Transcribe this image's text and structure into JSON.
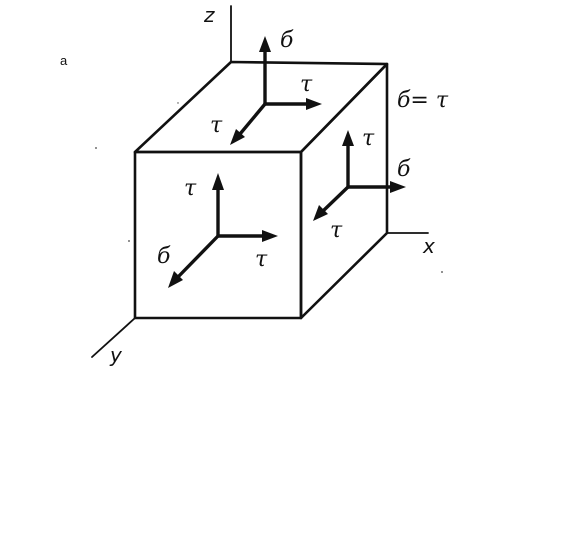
{
  "corner_label": "a",
  "axes": {
    "x": "x",
    "y": "y",
    "z": "z"
  },
  "top_face": {
    "sigma": "б",
    "tau_right": "τ",
    "tau_left": "τ"
  },
  "right_face": {
    "relation": "б= τ",
    "tau_up": "τ",
    "sigma": "б",
    "tau_down": "τ"
  },
  "front_face": {
    "tau_up": "τ",
    "sigma": "б",
    "tau_right": "τ"
  }
}
